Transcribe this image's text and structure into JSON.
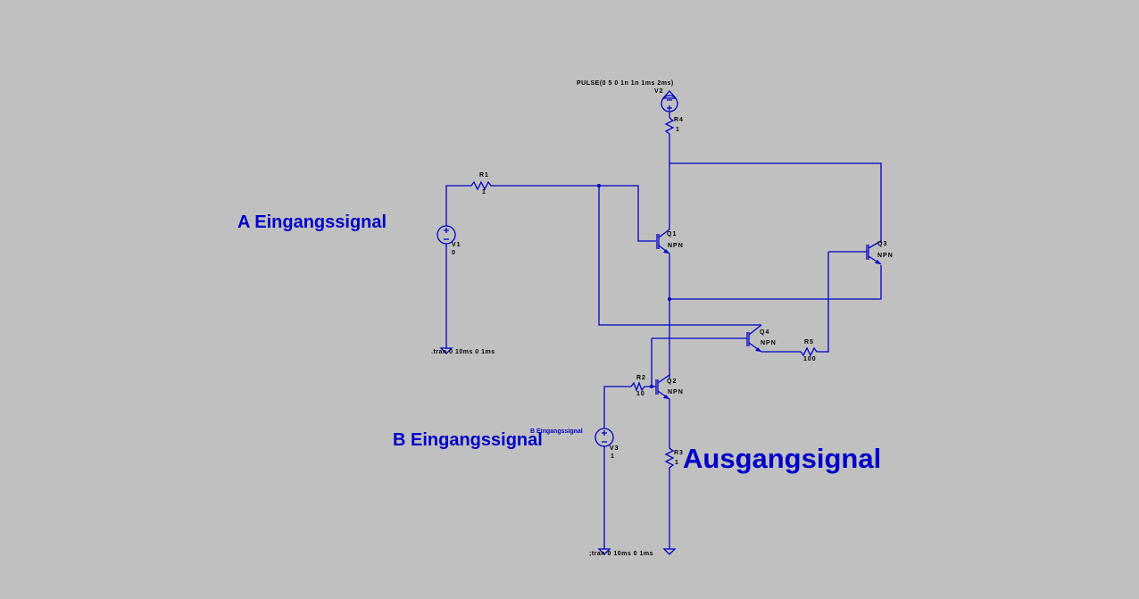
{
  "components": {
    "V2": {
      "name": "V2",
      "value": "PULSE(0 5 0 1n 1n 1ms 2ms)"
    },
    "R4": {
      "name": "R4",
      "value": "1"
    },
    "R1": {
      "name": "R1",
      "value": "1"
    },
    "V1": {
      "name": "V1",
      "value": "0"
    },
    "Q1": {
      "name": "Q1",
      "model": "NPN"
    },
    "Q3": {
      "name": "Q3",
      "model": "NPN"
    },
    "Q4": {
      "name": "Q4",
      "model": "NPN"
    },
    "R5": {
      "name": "R5",
      "value": "100"
    },
    "R2": {
      "name": "R2",
      "value": "10"
    },
    "Q2": {
      "name": "Q2",
      "model": "NPN"
    },
    "V3": {
      "name": "V3",
      "value": "1"
    },
    "R3": {
      "name": "R3",
      "value": "1"
    }
  },
  "directives": {
    "tran1": ".tran 0 10ms 0 1ms",
    "tran2": ";tran 0 10ms 0 1ms"
  },
  "labels": {
    "a_input": "A Eingangssignal",
    "b_input": "B Eingangssignal",
    "b_small": "B Eingangssignal",
    "output": "Ausgangsignal"
  }
}
